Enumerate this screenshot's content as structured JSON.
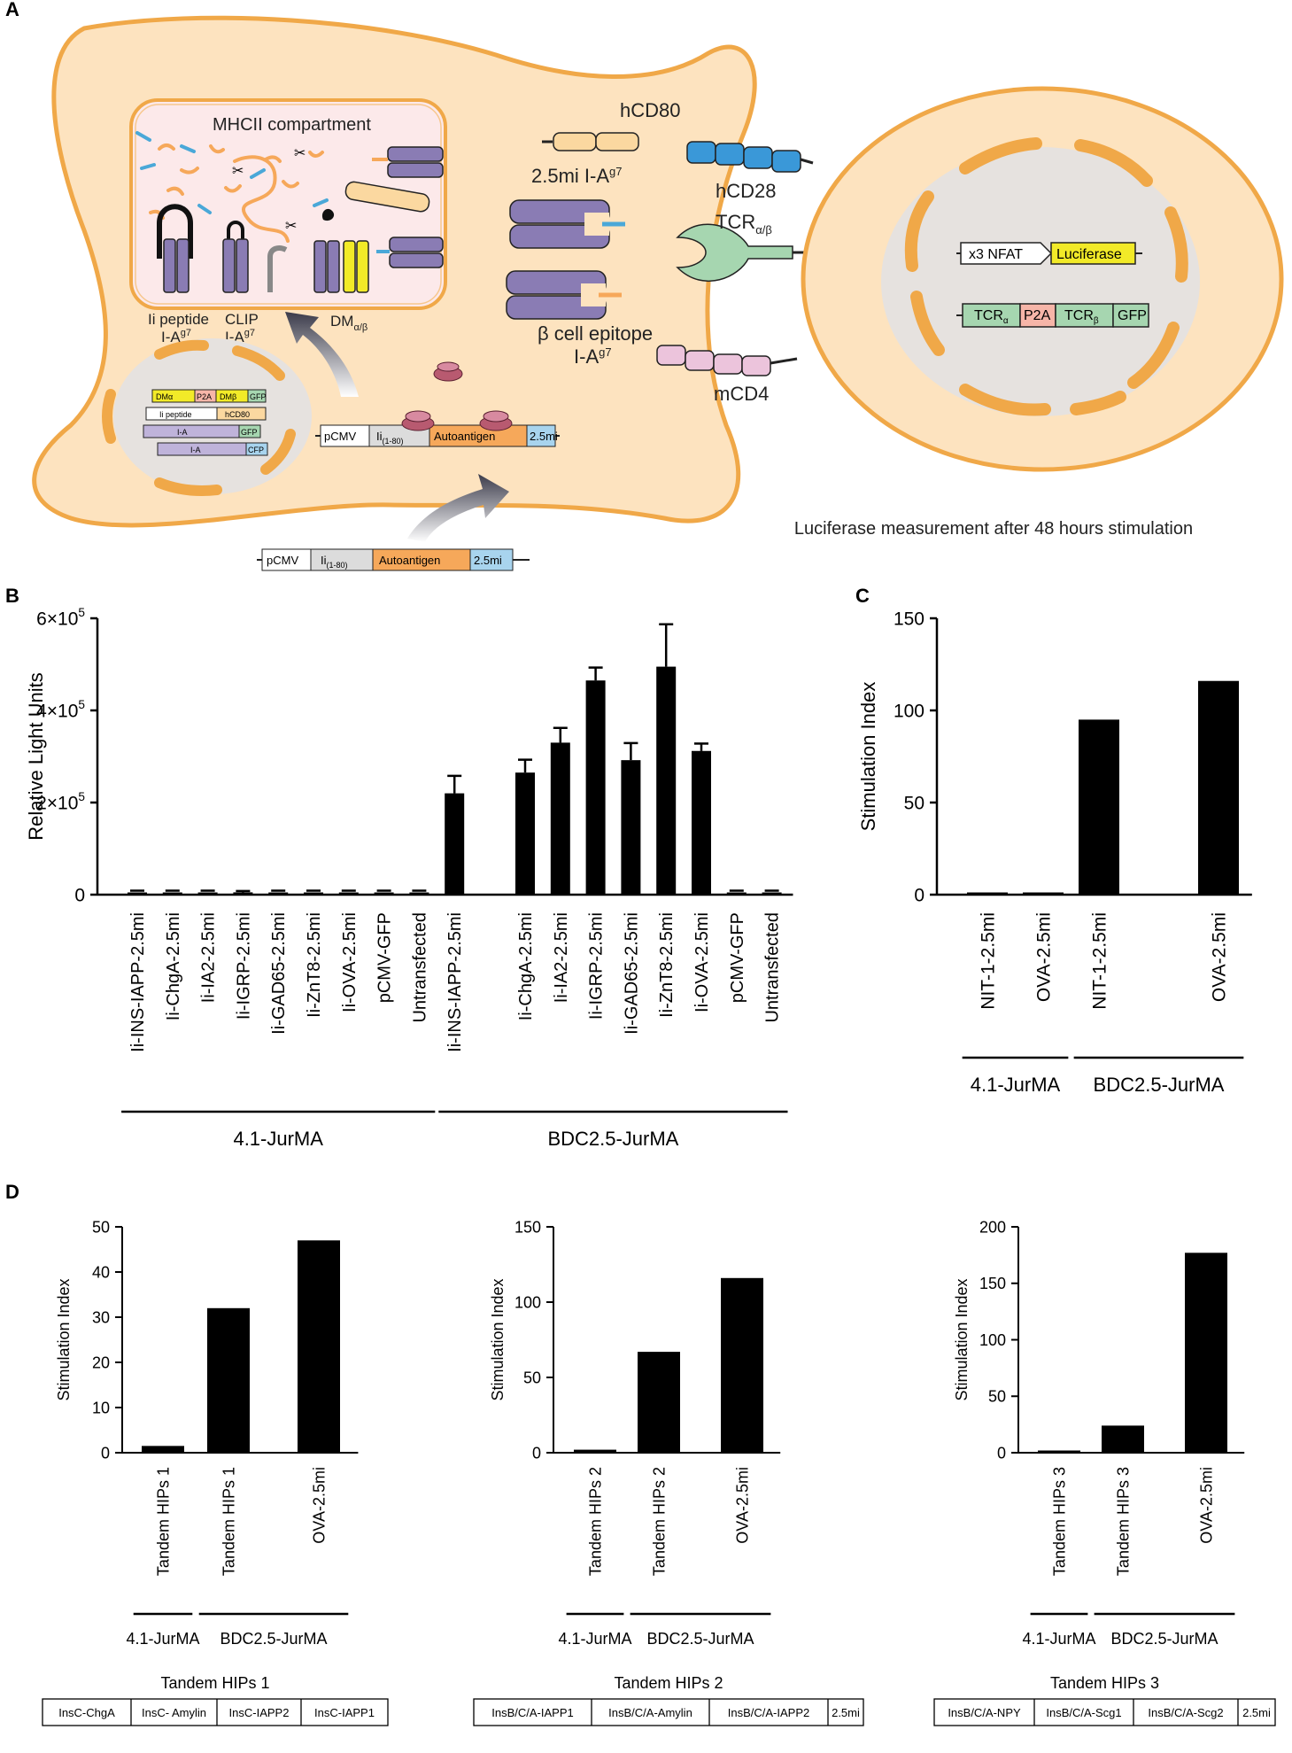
{
  "panel_labels": {
    "a": "A",
    "b": "B",
    "c": "C",
    "d": "D"
  },
  "schematic": {
    "mhcii_compartment": "MHCII compartment",
    "ii_peptide": "Ii peptide",
    "ii_peptide_mhc": "I-A",
    "clip": "CLIP",
    "clip_mhc": "I-A",
    "mhc_sup": "g7",
    "dm": "DM",
    "dm_sub": "α/β",
    "hcd80": "hCD80",
    "hcd28": "hCD28",
    "mi_complex": "2.5mi I-A",
    "tcr": "TCR",
    "tcr_sub": "α/β",
    "beta_epitope": "β cell epitope",
    "beta_epitope_mhc": "I-A",
    "mcd4": "mCD4",
    "nfat": "x3 NFAT",
    "luciferase": "Luciferase",
    "tcra": "TCR",
    "tcra_sub": "α",
    "p2a": "P2A",
    "tcrb": "TCR",
    "tcrb_sub": "β",
    "gfp": "GFP",
    "measurement_note": "Luciferase measurement after 48 hours stimulation",
    "construct_pcmv": "pCMV",
    "construct_ii": "Ii",
    "construct_ii_sub": "(1-80)",
    "construct_autoantigen": "Autoantigen",
    "construct_25mi": "2.5mi",
    "nucleus_dm_a": "DMα",
    "nucleus_p2a": "P2A",
    "nucleus_dm_b": "DMβ",
    "nucleus_gfp": "GFP",
    "nucleus_ii_peptide": "Ii peptide",
    "nucleus_hcd80": "hCD80",
    "nucleus_iab": "I-A",
    "nucleus_iaa": "I-A",
    "nucleus_cfp": "CFP"
  },
  "colors": {
    "cell_fill": "#fde3bf",
    "cell_border": "#f0a848",
    "nucleus_fill": "#e6e2df",
    "purple": "#8a7cb4",
    "orange": "#f6a85a",
    "blue": "#4aa8d8",
    "pink": "#ecc4dc",
    "green": "#a6d6b0",
    "yellow": "#f2ea28",
    "bar": "#000000"
  },
  "chart_data": [
    {
      "panel": "B",
      "type": "bar",
      "ylabel": "Relative Light Units",
      "yticks": [
        "0",
        "2×10",
        "4×10",
        "6×10"
      ],
      "ytick_exp": "5",
      "ylim": [
        0,
        600000
      ],
      "categories": [
        "Ii-INS-IAPP-2.5mi",
        "Ii-ChgA-2.5mi",
        "Ii-IA2-2.5mi",
        "Ii-IGRP-2.5mi",
        "Ii-GAD65-2.5mi",
        "Ii-ZnT8-2.5mi",
        "Ii-OVA-2.5mi",
        "pCMV-GFP",
        "Untransfected",
        "Ii-INS-IAPP-2.5mi",
        "Ii-ChgA-2.5mi",
        "Ii-IA2-2.5mi",
        "Ii-IGRP-2.5mi",
        "Ii-GAD65-2.5mi",
        "Ii-ZnT8-2.5mi",
        "Ii-OVA-2.5mi",
        "pCMV-GFP",
        "Untransfected"
      ],
      "values": [
        3000,
        3000,
        3000,
        5000,
        2500,
        2500,
        2500,
        2500,
        1500,
        220000,
        265000,
        330000,
        465000,
        292000,
        495000,
        312000,
        2500,
        1500
      ],
      "errors": [
        2000,
        2000,
        2000,
        3000,
        2000,
        2000,
        2000,
        2000,
        1000,
        38000,
        28000,
        32000,
        28000,
        37000,
        92000,
        16000,
        2000,
        1000
      ],
      "groups": [
        {
          "label": "4.1-JurMA",
          "start": 0,
          "end": 8
        },
        {
          "label": "BDC2.5-JurMA",
          "start": 9,
          "end": 17
        }
      ]
    },
    {
      "panel": "C",
      "type": "bar",
      "ylabel": "Stimulation Index",
      "ylim": [
        0,
        150
      ],
      "yticks": [
        "0",
        "50",
        "100",
        "150"
      ],
      "categories": [
        "NIT-1-2.5mi",
        "OVA-2.5mi",
        "NIT-1-2.5mi",
        "OVA-2.5mi"
      ],
      "values": [
        0.8,
        1.2,
        95,
        116
      ],
      "groups": [
        {
          "label": "4.1-JurMA",
          "start": 0,
          "end": 1
        },
        {
          "label": "BDC2.5-JurMA",
          "start": 2,
          "end": 3
        }
      ]
    },
    {
      "panel": "D1",
      "type": "bar",
      "ylabel": "Stimulation Index",
      "ylim": [
        0,
        50
      ],
      "yticks": [
        "0",
        "10",
        "20",
        "30",
        "40",
        "50"
      ],
      "categories": [
        "Tandem HIPs 1",
        "Tandem HIPs 1",
        "OVA-2.5mi"
      ],
      "values": [
        1.5,
        32,
        47
      ],
      "groups": [
        {
          "label": "4.1-JurMA",
          "start": 0,
          "end": 0
        },
        {
          "label": "BDC2.5-JurMA",
          "start": 1,
          "end": 2
        }
      ],
      "table_title": "Tandem HIPs 1",
      "table_cells": [
        "InsC-ChgA",
        "InsC- Amylin",
        "InsC-IAPP2",
        "InsC-IAPP1"
      ]
    },
    {
      "panel": "D2",
      "type": "bar",
      "ylabel": "Stimulation Index",
      "ylim": [
        0,
        150
      ],
      "yticks": [
        "0",
        "50",
        "100",
        "150"
      ],
      "categories": [
        "Tandem HIPs 2",
        "Tandem HIPs 2",
        "OVA-2.5mi"
      ],
      "values": [
        2,
        67,
        116
      ],
      "groups": [
        {
          "label": "4.1-JurMA",
          "start": 0,
          "end": 0
        },
        {
          "label": "BDC2.5-JurMA",
          "start": 1,
          "end": 2
        }
      ],
      "table_title": "Tandem HIPs 2",
      "table_cells": [
        "InsB/C/A-IAPP1",
        "InsB/C/A-Amylin",
        "InsB/C/A-IAPP2",
        "2.5mi"
      ]
    },
    {
      "panel": "D3",
      "type": "bar",
      "ylabel": "Stimulation Index",
      "ylim": [
        0,
        200
      ],
      "yticks": [
        "0",
        "50",
        "100",
        "150",
        "200"
      ],
      "categories": [
        "Tandem HIPs 3",
        "Tandem HIPs 3",
        "OVA-2.5mi"
      ],
      "values": [
        0.5,
        24,
        177
      ],
      "groups": [
        {
          "label": "4.1-JurMA",
          "start": 0,
          "end": 0
        },
        {
          "label": "BDC2.5-JurMA",
          "start": 1,
          "end": 2
        }
      ],
      "table_title": "Tandem HIPs 3",
      "table_cells": [
        "InsB/C/A-NPY",
        "InsB/C/A-Scg1",
        "InsB/C/A-Scg2",
        "2.5mi"
      ]
    }
  ]
}
